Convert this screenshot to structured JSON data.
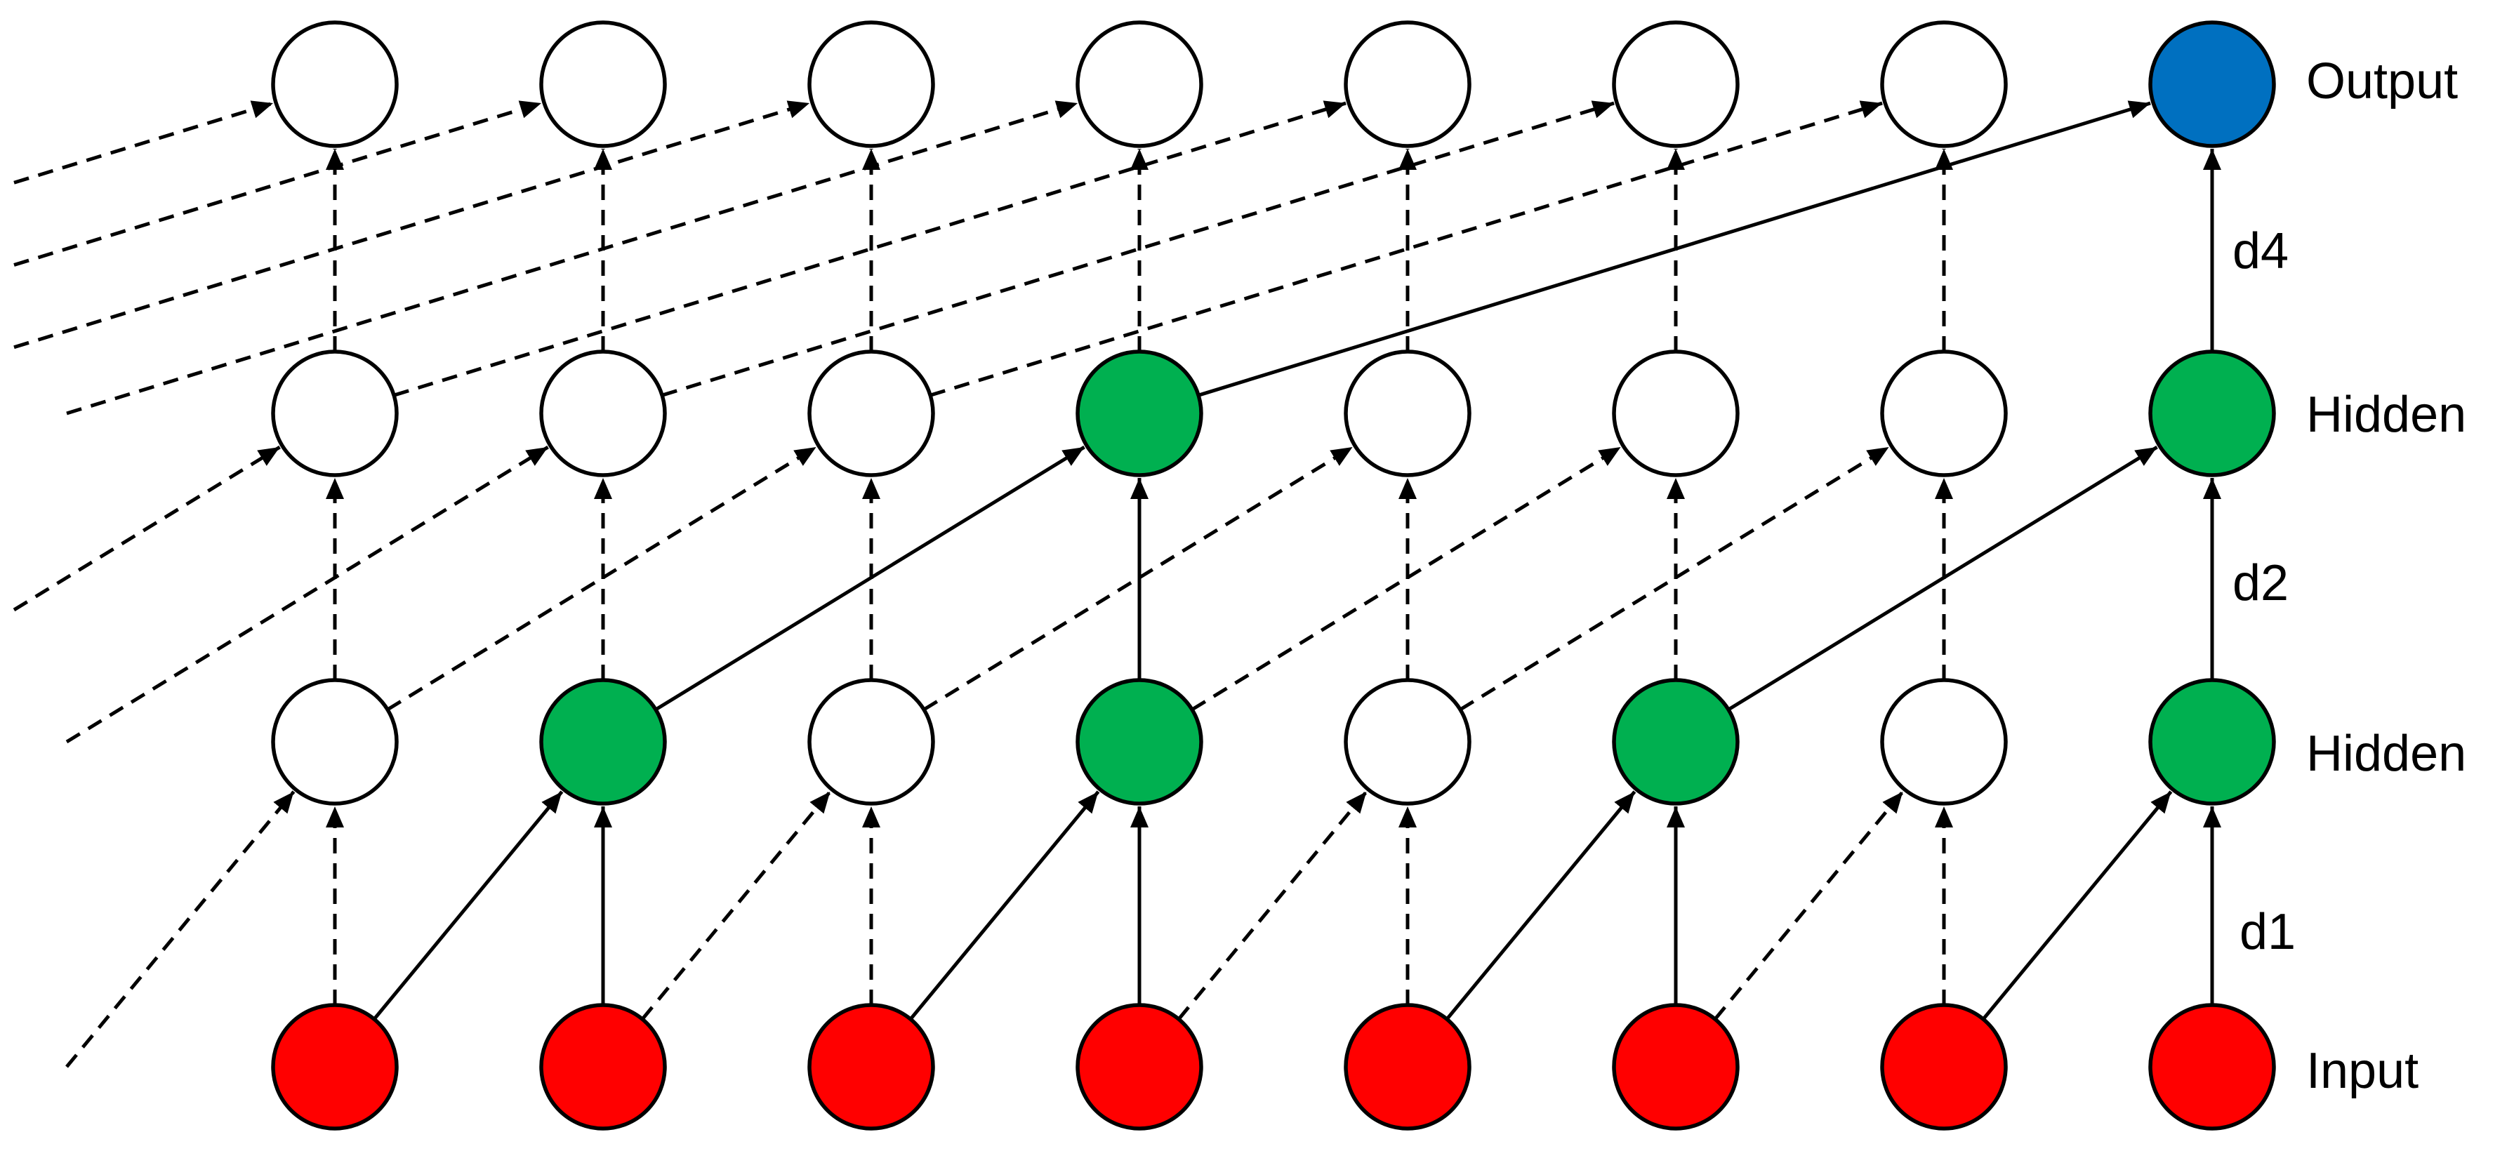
{
  "layers": [
    {
      "id": "input",
      "label": "Input",
      "role": "input"
    },
    {
      "id": "hidden1",
      "label": "Hidden",
      "role": "hidden"
    },
    {
      "id": "hidden2",
      "label": "Hidden",
      "role": "hidden"
    },
    {
      "id": "output",
      "label": "Output",
      "role": "output"
    }
  ],
  "dilations": [
    {
      "between": [
        "input",
        "hidden1"
      ],
      "label": "d1",
      "value": 1
    },
    {
      "between": [
        "hidden1",
        "hidden2"
      ],
      "label": "d2",
      "value": 2
    },
    {
      "between": [
        "hidden2",
        "output"
      ],
      "label": "d4",
      "value": 4
    }
  ],
  "timesteps": 8,
  "active_nodes": {
    "input": [
      0,
      1,
      2,
      3,
      4,
      5,
      6,
      7
    ],
    "hidden1": [
      1,
      3,
      5,
      7
    ],
    "hidden2": [
      3,
      7
    ],
    "output": [
      7
    ]
  },
  "colors": {
    "input": "#ff0000",
    "active_hidden": "#00b050",
    "output_active": "#0070c0",
    "inactive": "#ffffff",
    "stroke": "#000000"
  }
}
